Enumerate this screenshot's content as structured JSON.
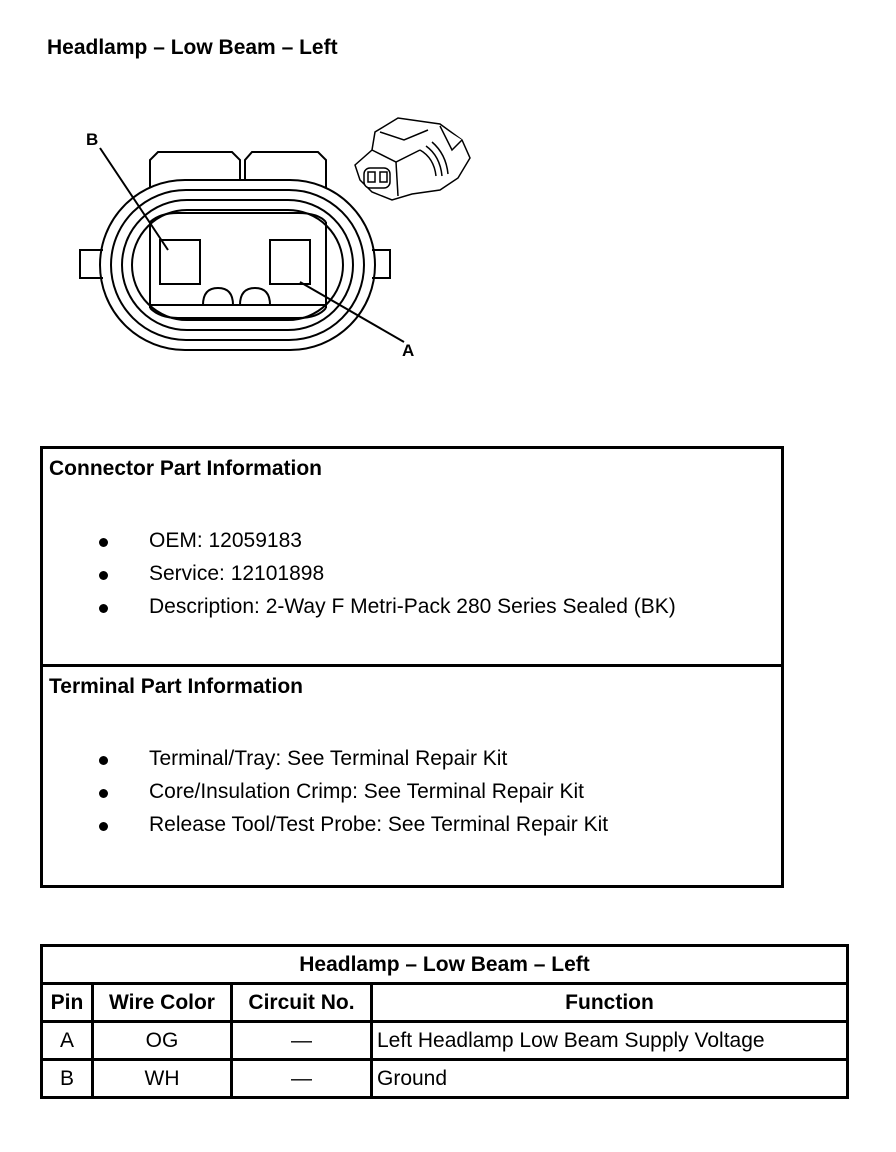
{
  "title": "Headlamp – Low Beam – Left",
  "drawing": {
    "callouts": [
      "B",
      "A"
    ]
  },
  "connector_info": {
    "heading": "Connector Part Information",
    "items": [
      "OEM: 12059183",
      "Service: 12101898",
      "Description: 2-Way F Metri-Pack 280 Series Sealed (BK)"
    ]
  },
  "terminal_info": {
    "heading": "Terminal Part Information",
    "items": [
      "Terminal/Tray: See Terminal Repair Kit",
      "Core/Insulation Crimp: See Terminal Repair Kit",
      "Release Tool/Test Probe: See Terminal Repair Kit"
    ]
  },
  "pin_table": {
    "title": "Headlamp – Low Beam – Left",
    "headers": [
      "Pin",
      "Wire Color",
      "Circuit No.",
      "Function"
    ],
    "rows": [
      [
        "A",
        "OG",
        "—",
        "Left Headlamp Low Beam Supply Voltage"
      ],
      [
        "B",
        "WH",
        "—",
        "Ground"
      ]
    ]
  }
}
